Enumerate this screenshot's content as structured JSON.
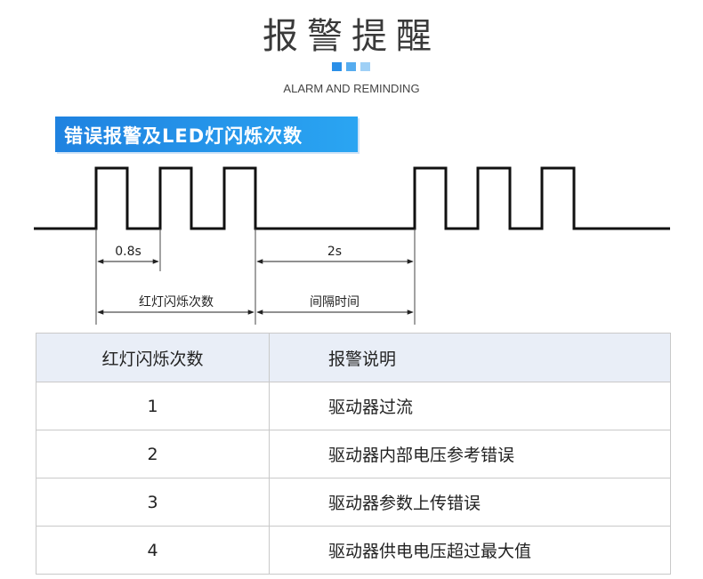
{
  "header": {
    "title": "报警提醒",
    "subtitle": "ALARM AND REMINDING",
    "dot_colors": [
      "#2a8fe8",
      "#56acef",
      "#9fd0f6"
    ]
  },
  "section": {
    "banner_label": "错误报警及LED灯闪烁次数",
    "banner_color": "#1f82e0"
  },
  "timing_diagram": {
    "pulse_period_label": "0.8s",
    "interval_label": "2s",
    "blink_count_label": "红灯闪烁次数",
    "interval_name_label": "间隔时间",
    "pulses_group_1": 3,
    "pulses_group_2": 3
  },
  "table": {
    "headers": [
      "红灯闪烁次数",
      "报警说明"
    ],
    "rows": [
      {
        "count": "1",
        "description": "驱动器过流"
      },
      {
        "count": "2",
        "description": "驱动器内部电压参考错误"
      },
      {
        "count": "3",
        "description": "驱动器参数上传错误"
      },
      {
        "count": "4",
        "description": "驱动器供电电压超过最大值"
      }
    ],
    "header_bg": "#e9eef7"
  }
}
